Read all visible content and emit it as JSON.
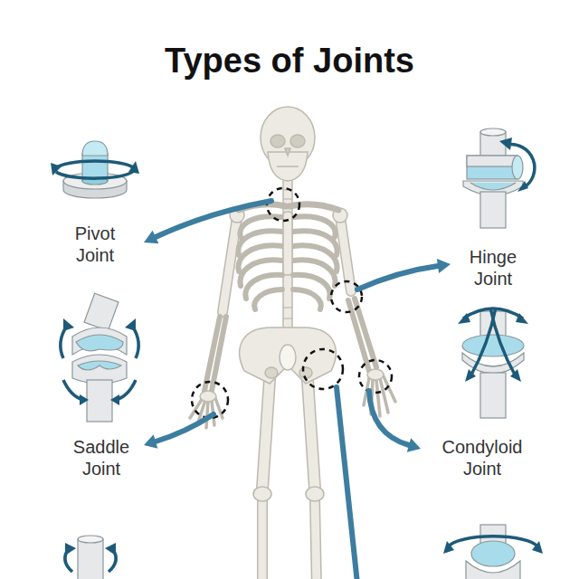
{
  "diagram": {
    "title": "Types of Joints",
    "labels": [
      "Pivot Joint",
      "Hinge Joint",
      "Saddle Joint",
      "Condyloid Joint"
    ]
  }
}
